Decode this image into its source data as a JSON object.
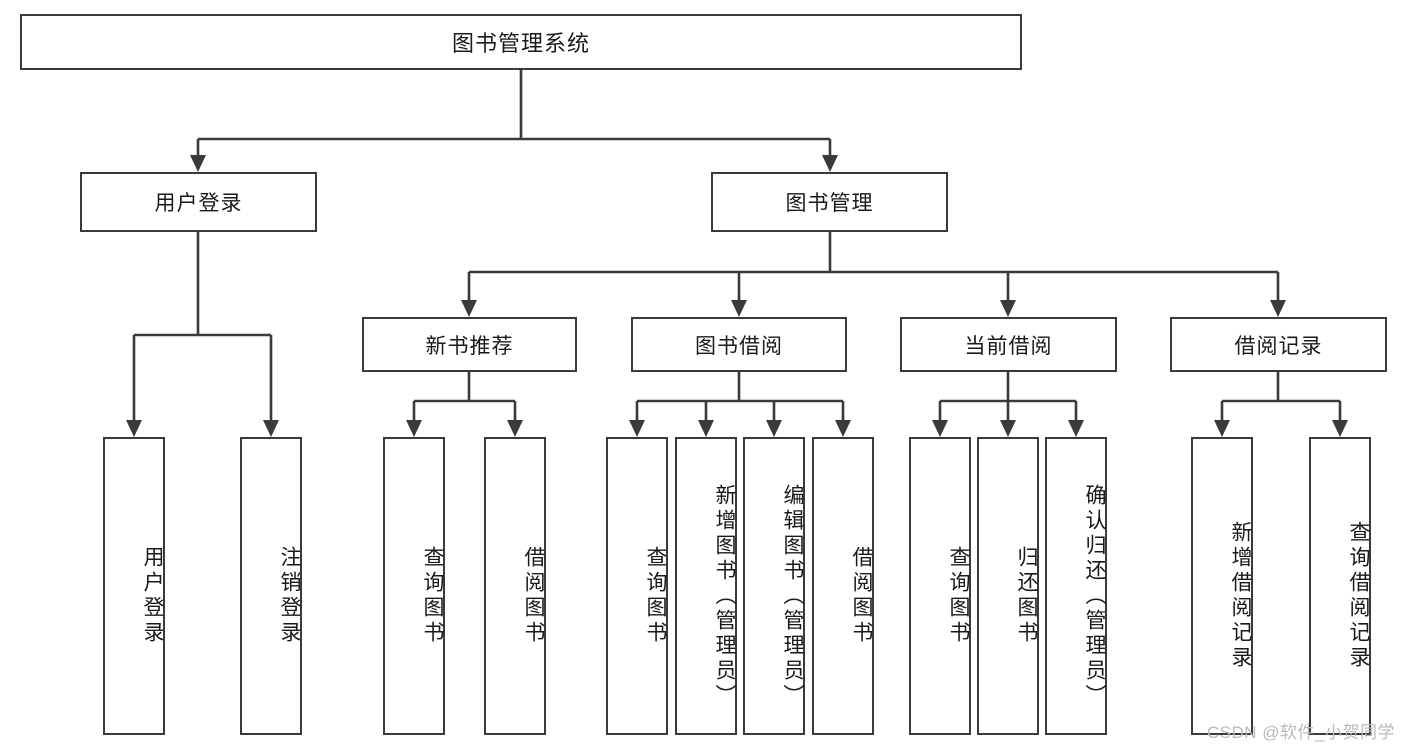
{
  "diagram": {
    "type": "tree",
    "title": "图书管理系统",
    "root": {
      "label": "图书管理系统"
    },
    "level2": [
      {
        "label": "用户登录"
      },
      {
        "label": "图书管理"
      }
    ],
    "level3": [
      {
        "label": "新书推荐"
      },
      {
        "label": "图书借阅"
      },
      {
        "label": "当前借阅"
      },
      {
        "label": "借阅记录"
      }
    ],
    "leaves": {
      "user_login": [
        {
          "label": "用户登录"
        },
        {
          "label": "注销登录"
        }
      ],
      "new_book_recommend": [
        {
          "label": "查询图书"
        },
        {
          "label": "借阅图书"
        }
      ],
      "book_borrow": [
        {
          "label": "查询图书"
        },
        {
          "label": "新增图书（管理员）"
        },
        {
          "label": "编辑图书（管理员）"
        },
        {
          "label": "借阅图书"
        }
      ],
      "current_borrow": [
        {
          "label": "查询图书"
        },
        {
          "label": "归还图书"
        },
        {
          "label": "确认归还（管理员）"
        }
      ],
      "borrow_record": [
        {
          "label": "新增借阅记录"
        },
        {
          "label": "查询借阅记录"
        }
      ]
    }
  },
  "watermark": {
    "text": "CSDN @软件_小贺同学"
  },
  "colors": {
    "stroke": "#3a3a3a",
    "background": "#ffffff",
    "text": "#1a1a1a",
    "watermark": "#b9b9b9"
  }
}
